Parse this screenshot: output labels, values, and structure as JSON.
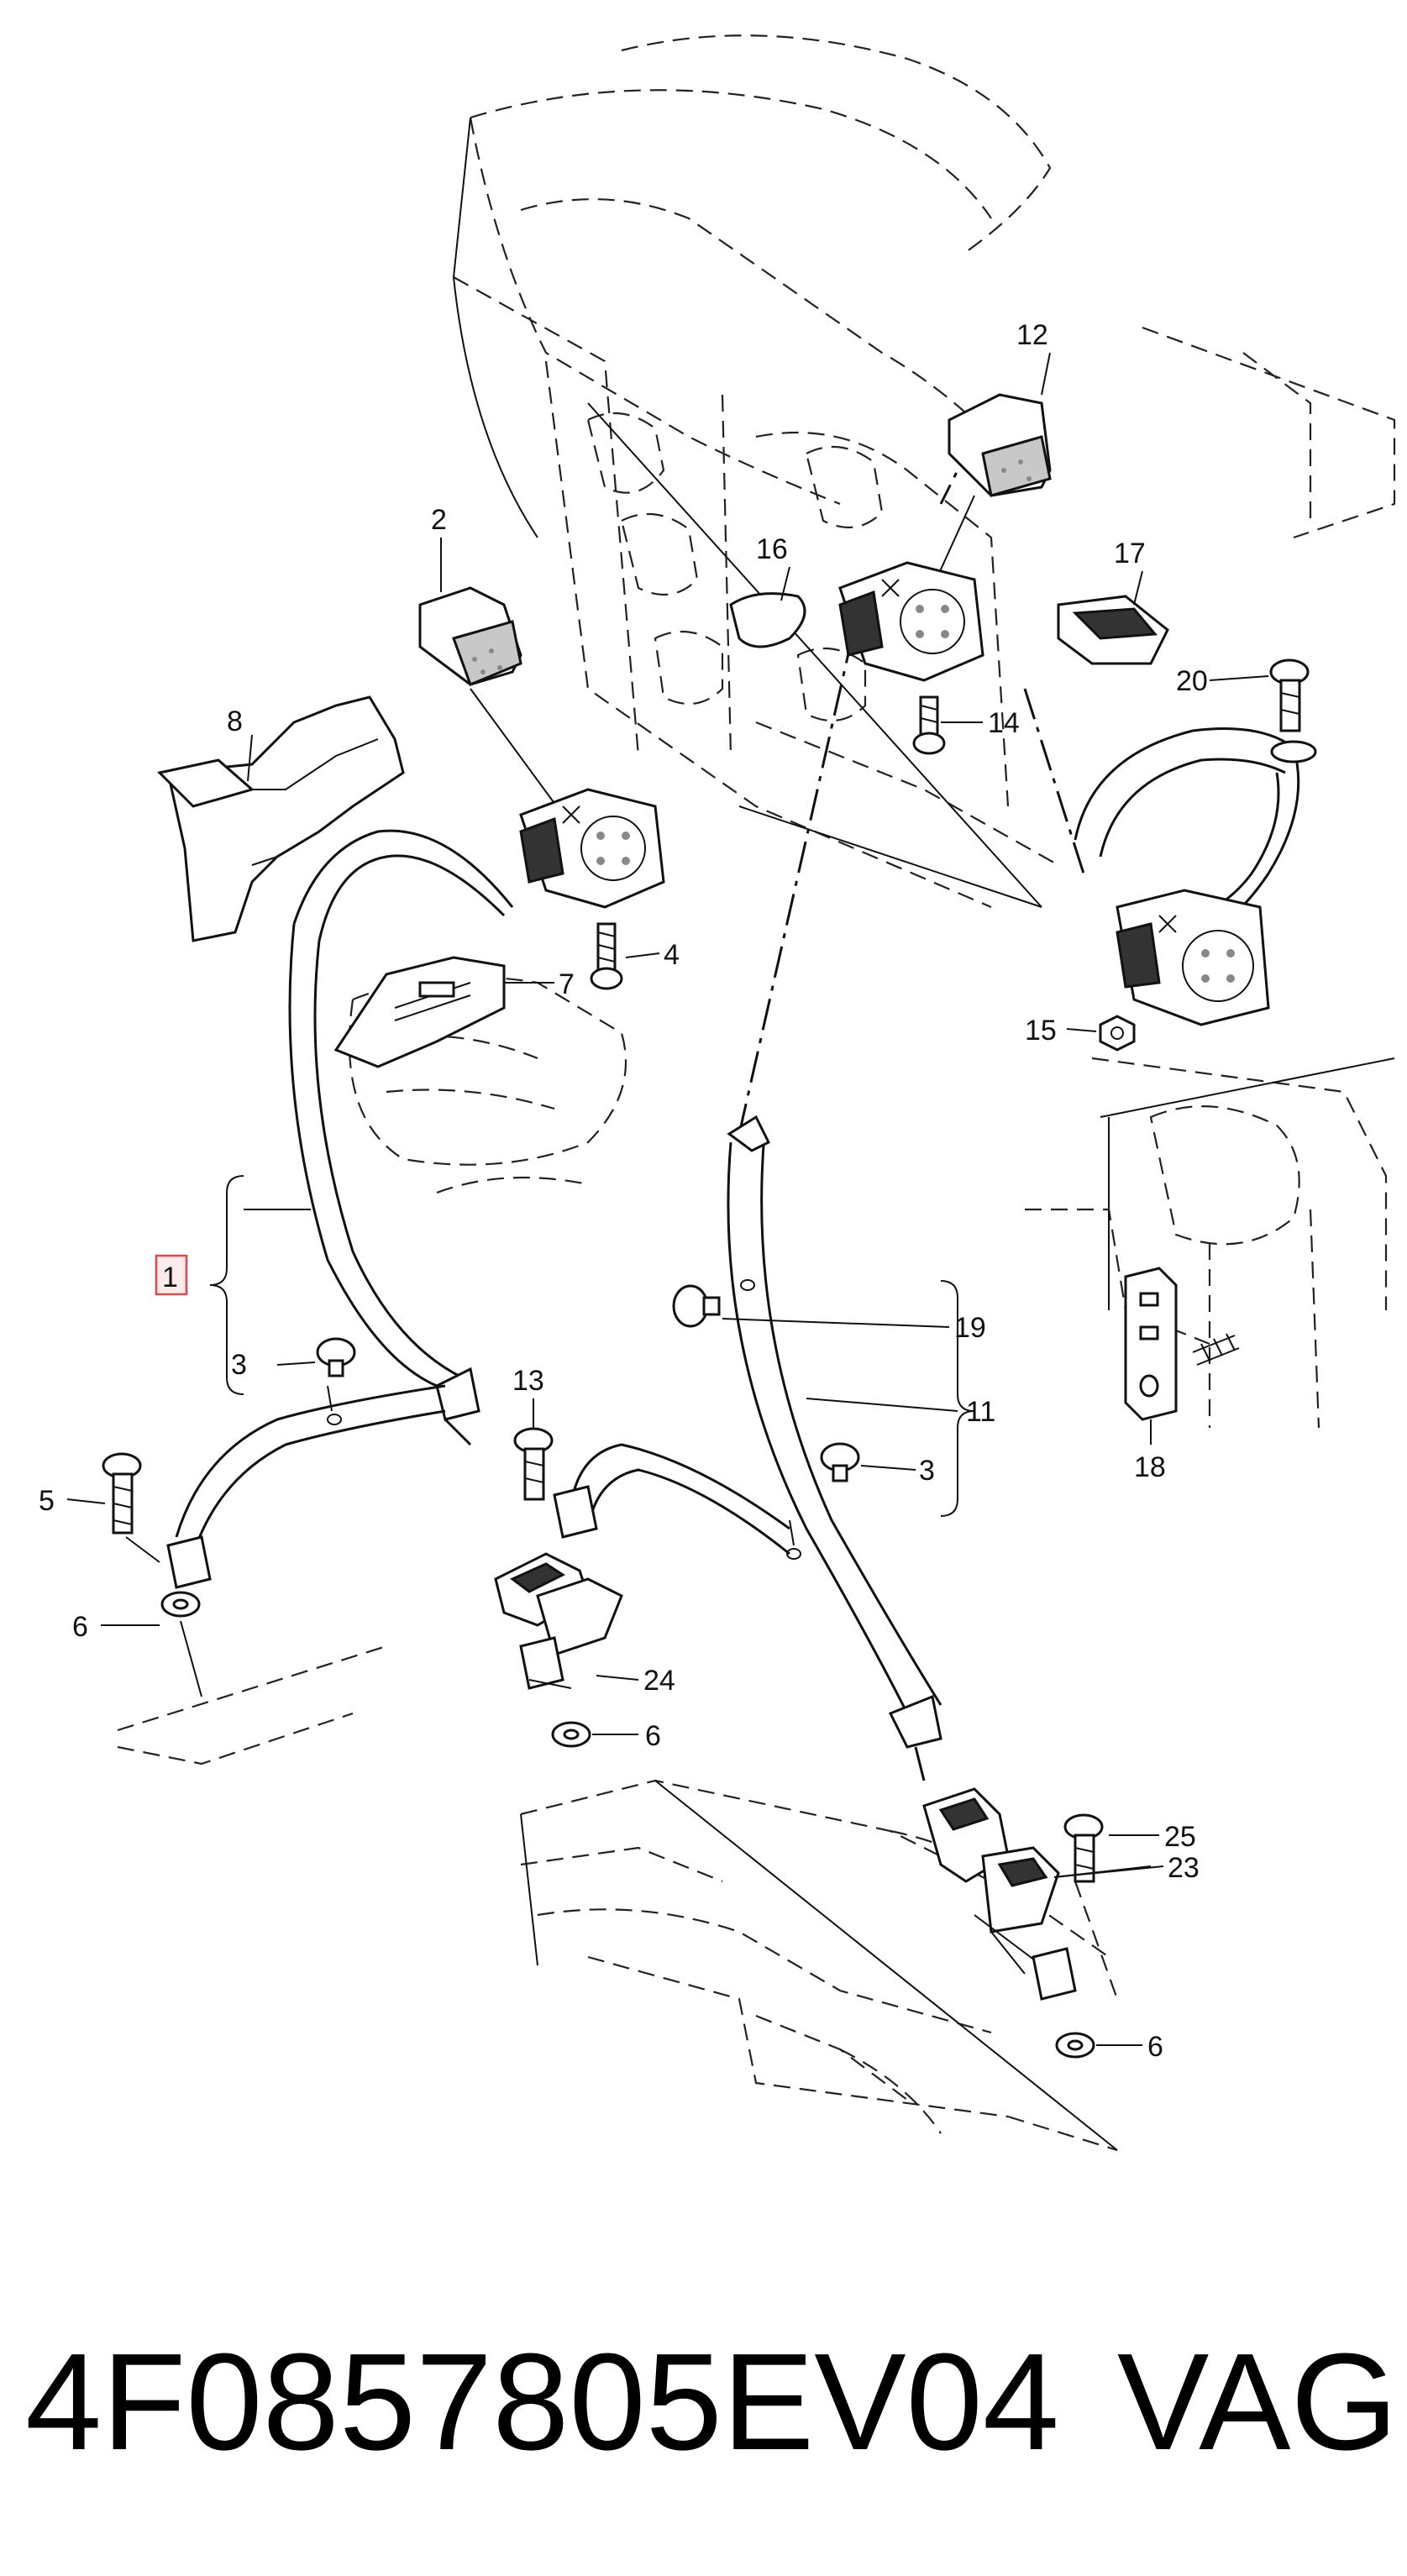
{
  "callouts": [
    {
      "id": "1",
      "label": "1",
      "highlighted": true
    },
    {
      "id": "2",
      "label": "2"
    },
    {
      "id": "3a",
      "label": "3"
    },
    {
      "id": "3b",
      "label": "3"
    },
    {
      "id": "4",
      "label": "4"
    },
    {
      "id": "5",
      "label": "5"
    },
    {
      "id": "6a",
      "label": "6"
    },
    {
      "id": "6b",
      "label": "6"
    },
    {
      "id": "6c",
      "label": "6"
    },
    {
      "id": "7",
      "label": "7"
    },
    {
      "id": "8",
      "label": "8"
    },
    {
      "id": "11",
      "label": "11"
    },
    {
      "id": "12",
      "label": "12"
    },
    {
      "id": "13",
      "label": "13"
    },
    {
      "id": "14",
      "label": "14"
    },
    {
      "id": "15",
      "label": "15"
    },
    {
      "id": "16",
      "label": "16"
    },
    {
      "id": "17",
      "label": "17"
    },
    {
      "id": "18",
      "label": "18"
    },
    {
      "id": "19",
      "label": "19"
    },
    {
      "id": "20",
      "label": "20"
    },
    {
      "id": "23",
      "label": "23"
    },
    {
      "id": "24",
      "label": "24"
    },
    {
      "id": "25",
      "label": "25"
    }
  ],
  "caption": {
    "part_number": "4F0857805EV04",
    "brand": "VAG"
  },
  "colors": {
    "line": "#111111",
    "highlight_box": "#e0474c",
    "highlight_fill": "#fdeaea"
  }
}
